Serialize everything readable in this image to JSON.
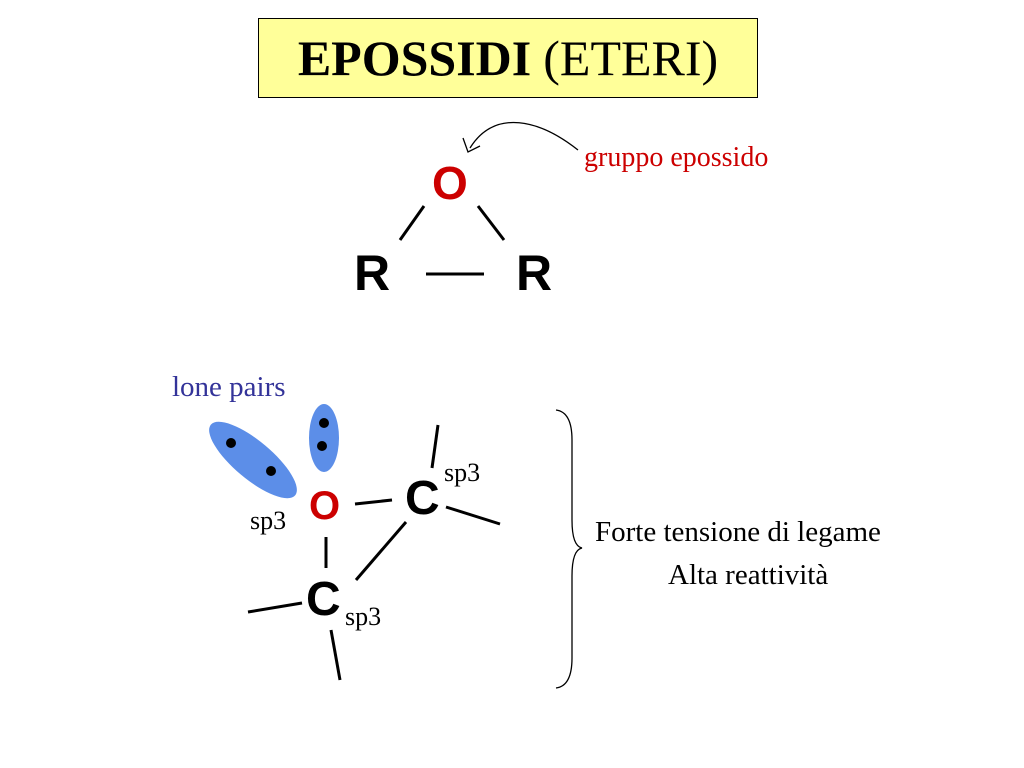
{
  "title": {
    "bold": "EPOSSIDI",
    "rest": "(ETERI)",
    "background_color": "#ffff99"
  },
  "epoxide_ring": {
    "oxygen": "O",
    "left_group": "R",
    "right_group": "R",
    "annotation": "gruppo epossido",
    "oxygen_color": "#cc0000",
    "annotation_color": "#cc0000"
  },
  "orbital_structure": {
    "lone_pairs_label": "lone pairs",
    "lone_pairs_color": "#5c8ee8",
    "lone_pairs_label_color": "#333399",
    "oxygen": "O",
    "oxygen_hybridization": "sp3",
    "carbon_upper": "C",
    "carbon_upper_hybridization": "sp3",
    "carbon_lower": "C",
    "carbon_lower_hybridization": "sp3"
  },
  "properties": [
    "Forte tensione di legame",
    "Alta reattività"
  ]
}
